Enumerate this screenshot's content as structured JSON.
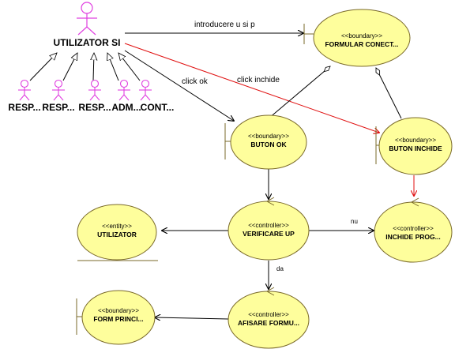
{
  "colors": {
    "node_fill": "#fefe9c",
    "node_stroke": "#7a6a2a",
    "actor": "#e040e0",
    "edge": "#000000",
    "edge_highlight": "#e01010"
  },
  "actors": {
    "main": {
      "name": "UTILIZATOR SI"
    },
    "subs": [
      {
        "name": "RESP..."
      },
      {
        "name": "RESP..."
      },
      {
        "name": "RESP..."
      },
      {
        "name": "ADM..."
      },
      {
        "name": "CONT..."
      }
    ]
  },
  "nodes": {
    "formular": {
      "stereotype": "<<boundary>>",
      "name": "FORMULAR CONECT..."
    },
    "buton_ok": {
      "stereotype": "<<boundary>>",
      "name": "BUTON OK"
    },
    "buton_inchide": {
      "stereotype": "<<boundary>>",
      "name": "BUTON INCHIDE"
    },
    "utilizator": {
      "stereotype": "<<entity>>",
      "name": "UTILIZATOR"
    },
    "verificare": {
      "stereotype": "<<controller>>",
      "name": "VERIFICARE UP"
    },
    "inchide_prog": {
      "stereotype": "<<controller>>",
      "name": "INCHIDE PROG..."
    },
    "form_princi": {
      "stereotype": "<<boundary>>",
      "name": "FORM PRINCI..."
    },
    "afisare": {
      "stereotype": "<<controller>>",
      "name": "AFISARE FORMU..."
    }
  },
  "edges": {
    "introducere": "introducere u si p",
    "click_ok": "click ok",
    "click_inchide": "click inchide",
    "nu": "nu",
    "da": "da"
  }
}
